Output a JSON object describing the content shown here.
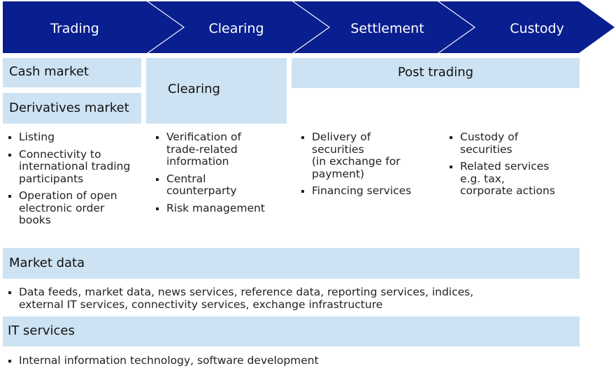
{
  "stages": [
    "Trading",
    "Clearing",
    "Settlement",
    "Custody"
  ],
  "colors": {
    "arrow": "#0a1f8f",
    "box": "#cde3f3"
  },
  "boxes": {
    "cash_market": "Cash market",
    "derivatives_market": "Derivatives market",
    "clearing": "Clearing",
    "post_trading": "Post trading",
    "market_data": "Market data",
    "it_services": "IT services"
  },
  "trading_bullets": [
    "Listing",
    "Connectivity to\ninternational trading\nparticipants",
    "Operation of open\nelectronic order\nbooks"
  ],
  "clearing_bullets": [
    "Verification of\ntrade-related\ninformation",
    "Central\ncounterparty",
    "Risk management"
  ],
  "settlement_bullets": [
    "Delivery of\nsecurities\n(in exchange for\npayment)",
    "Financing services"
  ],
  "custody_bullets": [
    "Custody of\nsecurities",
    "Related services\ne.g. tax,\ncorporate actions"
  ],
  "market_data_bullets": [
    "Data feeds, market data, news services, reference data, reporting services, indices,\nexternal IT services, connectivity services, exchange infrastructure"
  ],
  "it_services_bullets": [
    "Internal information technology, software development"
  ]
}
